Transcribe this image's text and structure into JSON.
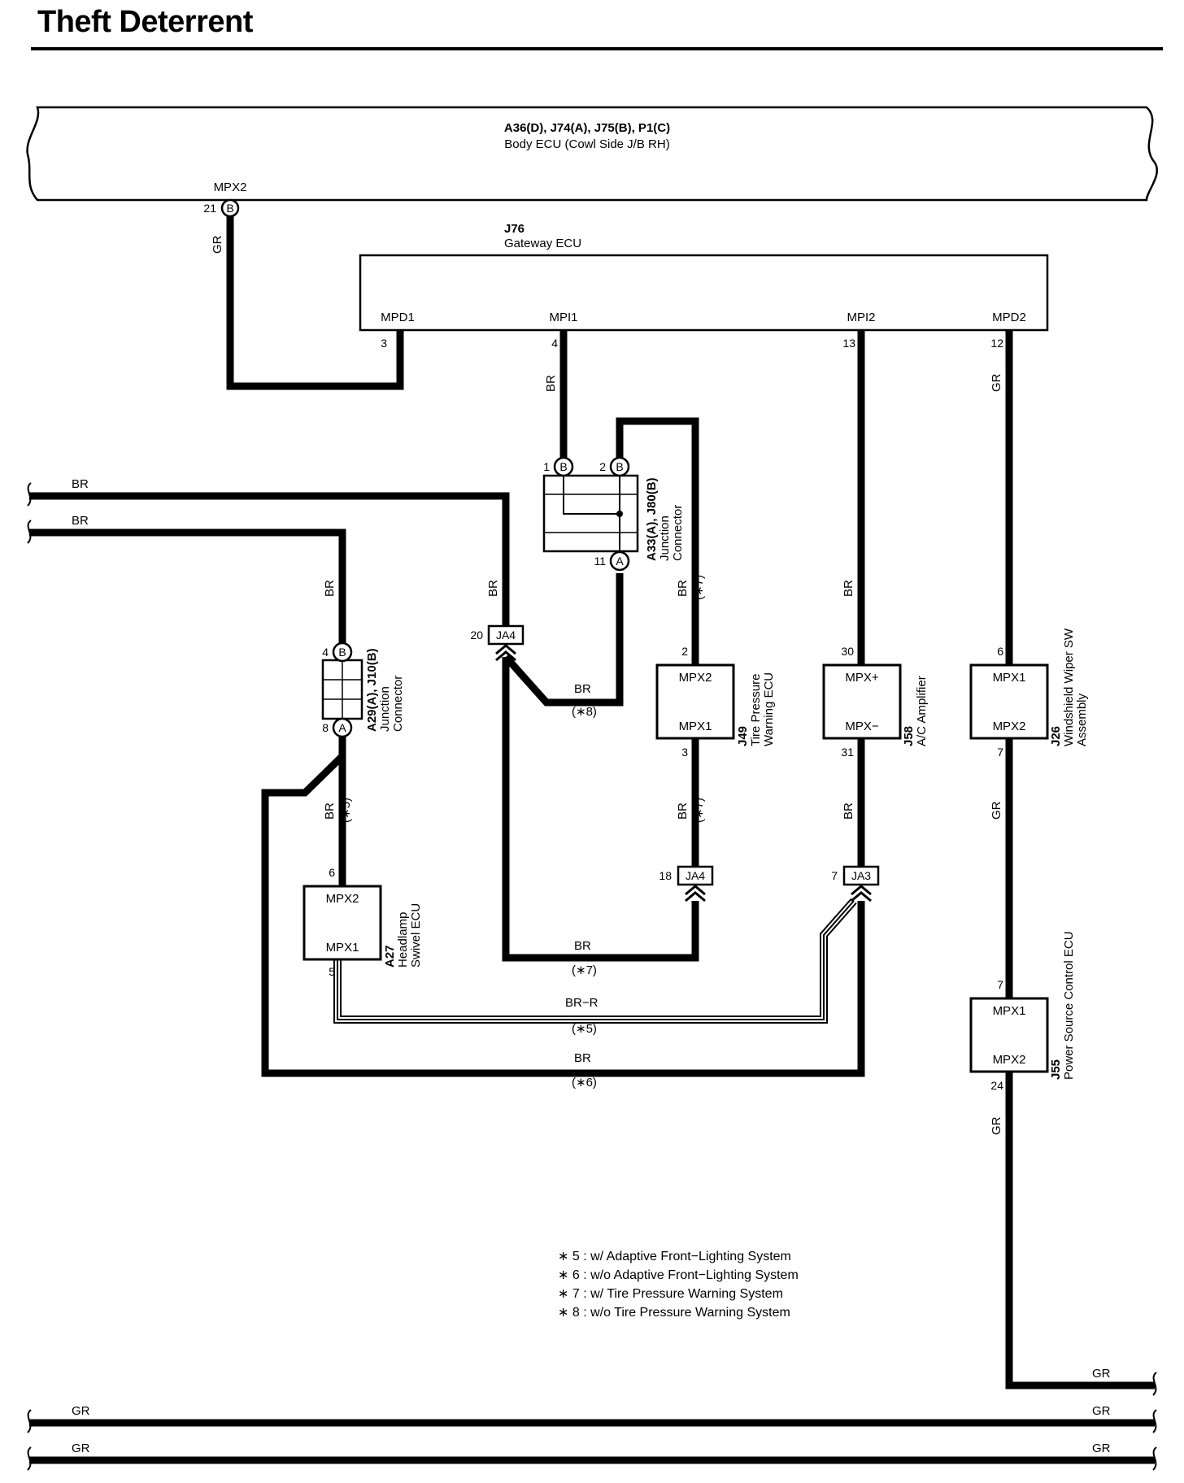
{
  "title": "Theft Deterrent",
  "body_ecu": {
    "code": "A36(D), J74(A), J75(B), P1(C)",
    "name": "Body ECU (Cowl Side J/B RH)",
    "terminal": "MPX2",
    "pin": "21",
    "conn": "B"
  },
  "gateway": {
    "code": "J76",
    "name": "Gateway ECU",
    "terminals": [
      {
        "label": "MPD1",
        "pin": "3"
      },
      {
        "label": "MPI1",
        "pin": "4"
      },
      {
        "label": "MPI2",
        "pin": "13"
      },
      {
        "label": "MPD2",
        "pin": "12"
      }
    ]
  },
  "jc_a33": {
    "code": "A33(A), J80(B)",
    "name": "Junction",
    "name2": "Connector",
    "pins": [
      {
        "pin": "1",
        "conn": "B"
      },
      {
        "pin": "2",
        "conn": "B"
      },
      {
        "pin": "11",
        "conn": "A"
      }
    ]
  },
  "jc_a29": {
    "code": "A29(A), J10(B)",
    "name": "Junction",
    "name2": "Connector",
    "pins": [
      {
        "pin": "4",
        "conn": "B"
      },
      {
        "pin": "8",
        "conn": "A"
      }
    ]
  },
  "ecus": [
    {
      "code": "J49",
      "line1": "Tire Pressure",
      "line2": "Warning ECU",
      "top": "MPX2",
      "bottom": "MPX1",
      "pin_top": "2",
      "pin_bottom": "3"
    },
    {
      "code": "J58",
      "line1": "A/C Amplifier",
      "line2": "",
      "top": "MPX+",
      "bottom": "MPX−",
      "pin_top": "30",
      "pin_bottom": "31"
    },
    {
      "code": "J26",
      "line1": "Windshield Wiper SW",
      "line2": "Assembly",
      "top": "MPX1",
      "bottom": "MPX2",
      "pin_top": "6",
      "pin_bottom": "7"
    },
    {
      "code": "A27",
      "line1": "Headlamp",
      "line2": "Swivel ECU",
      "top": "MPX2",
      "bottom": "MPX1",
      "pin_top": "6",
      "pin_bottom": "5"
    },
    {
      "code": "J55",
      "line1": "Power Source Control ECU",
      "line2": "",
      "top": "MPX1",
      "bottom": "MPX2",
      "pin_top": "7",
      "pin_bottom": "24"
    }
  ],
  "connectors": [
    {
      "label": "JA4",
      "pin": "20"
    },
    {
      "label": "JA4",
      "pin": "18"
    },
    {
      "label": "JA3",
      "pin": "7"
    }
  ],
  "wires": {
    "br": "BR",
    "gr": "GR",
    "brr": "BR−R",
    "n5": "(∗5)",
    "n6": "(∗6)",
    "n7": "(∗7)",
    "n8": "(∗8)"
  },
  "notes": [
    "∗ 5 : w/ Adaptive Front−Lighting System",
    "∗ 6 : w/o Adaptive Front−Lighting System",
    "∗ 7 : w/ Tire Pressure Warning System",
    "∗ 8 : w/o Tire Pressure Warning System"
  ]
}
